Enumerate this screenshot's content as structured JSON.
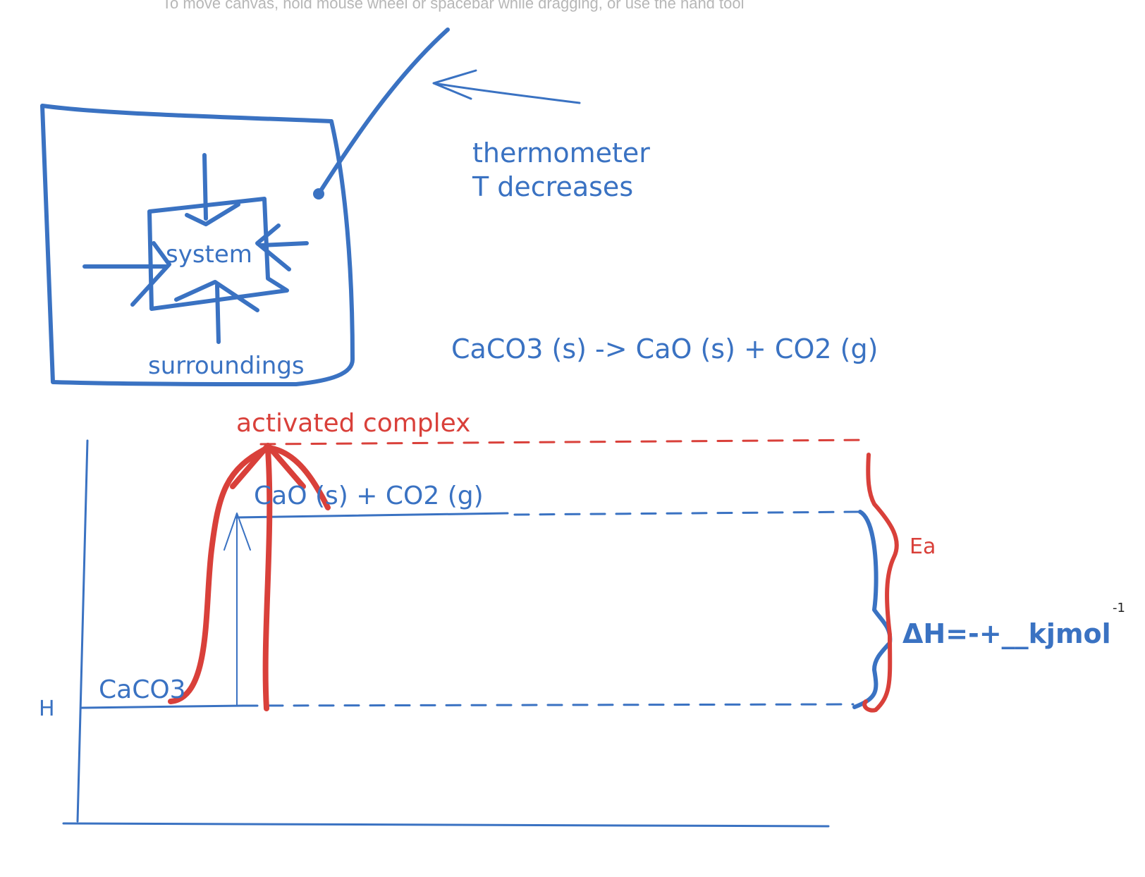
{
  "canvas": {
    "hint": "To move canvas, hold mouse wheel or spacebar while dragging, or use the hand tool"
  },
  "labels": {
    "thermometer": "thermometer",
    "t_decreases": "T decreases",
    "system": "system",
    "surroundings": "surroundings",
    "reaction": "CaCO3 (s) -> CaO (s) + CO2 (g)",
    "activated_complex": "activated complex",
    "products": "CaO (s) + CO2 (g)",
    "reactant": "CaCO3",
    "h_axis": "H",
    "ea": "Ea",
    "delta_h": "ΔH=-+__kjmol",
    "superscript": "-1"
  },
  "colors": {
    "blue": "#3a72c2",
    "red": "#d9403a",
    "hint": "#b7b7b7"
  }
}
